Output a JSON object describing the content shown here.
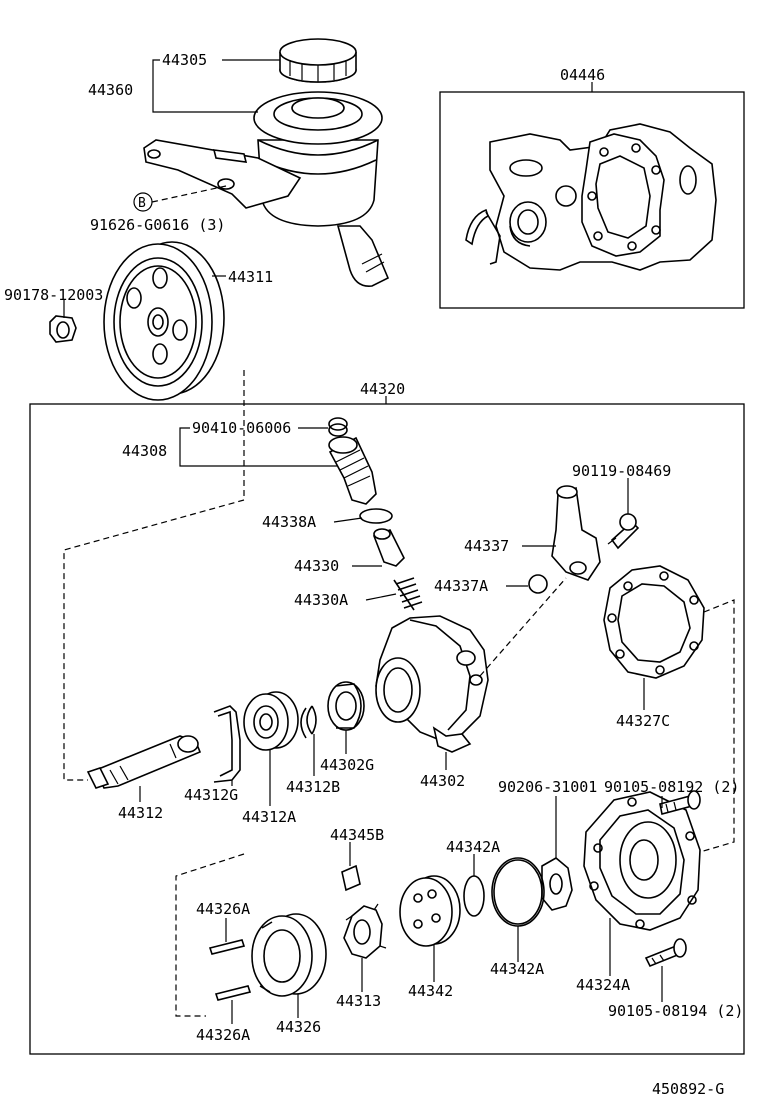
{
  "diagram_id": "450892-G",
  "labels": {
    "p44305": "44305",
    "p44360": "44360",
    "p04446": "04446",
    "p91626": "91626-G0616 (3)",
    "b_marker": "B",
    "p90178": "90178-12003",
    "p44311": "44311",
    "p44320": "44320",
    "p90410": "90410-06006",
    "p44308": "44308",
    "p90119": "90119-08469",
    "p44338A": "44338A",
    "p44337": "44337",
    "p44330": "44330",
    "p44337A": "44337A",
    "p44330A": "44330A",
    "p44327C": "44327C",
    "p44302G": "44302G",
    "p44302": "44302",
    "p44312G": "44312G",
    "p44312B": "44312B",
    "p44312": "44312",
    "p44312A": "44312A",
    "p90105a": "90105-08192 (2)",
    "p90206": "90206-31001",
    "p44345B": "44345B",
    "p44342A_top": "44342A",
    "p44326A_top": "44326A",
    "p44342A_bot": "44342A",
    "p44324A": "44324A",
    "p44342": "44342",
    "p44313": "44313",
    "p44326": "44326",
    "p44326A_bot": "44326A",
    "p90105b": "90105-08194 (2)"
  }
}
